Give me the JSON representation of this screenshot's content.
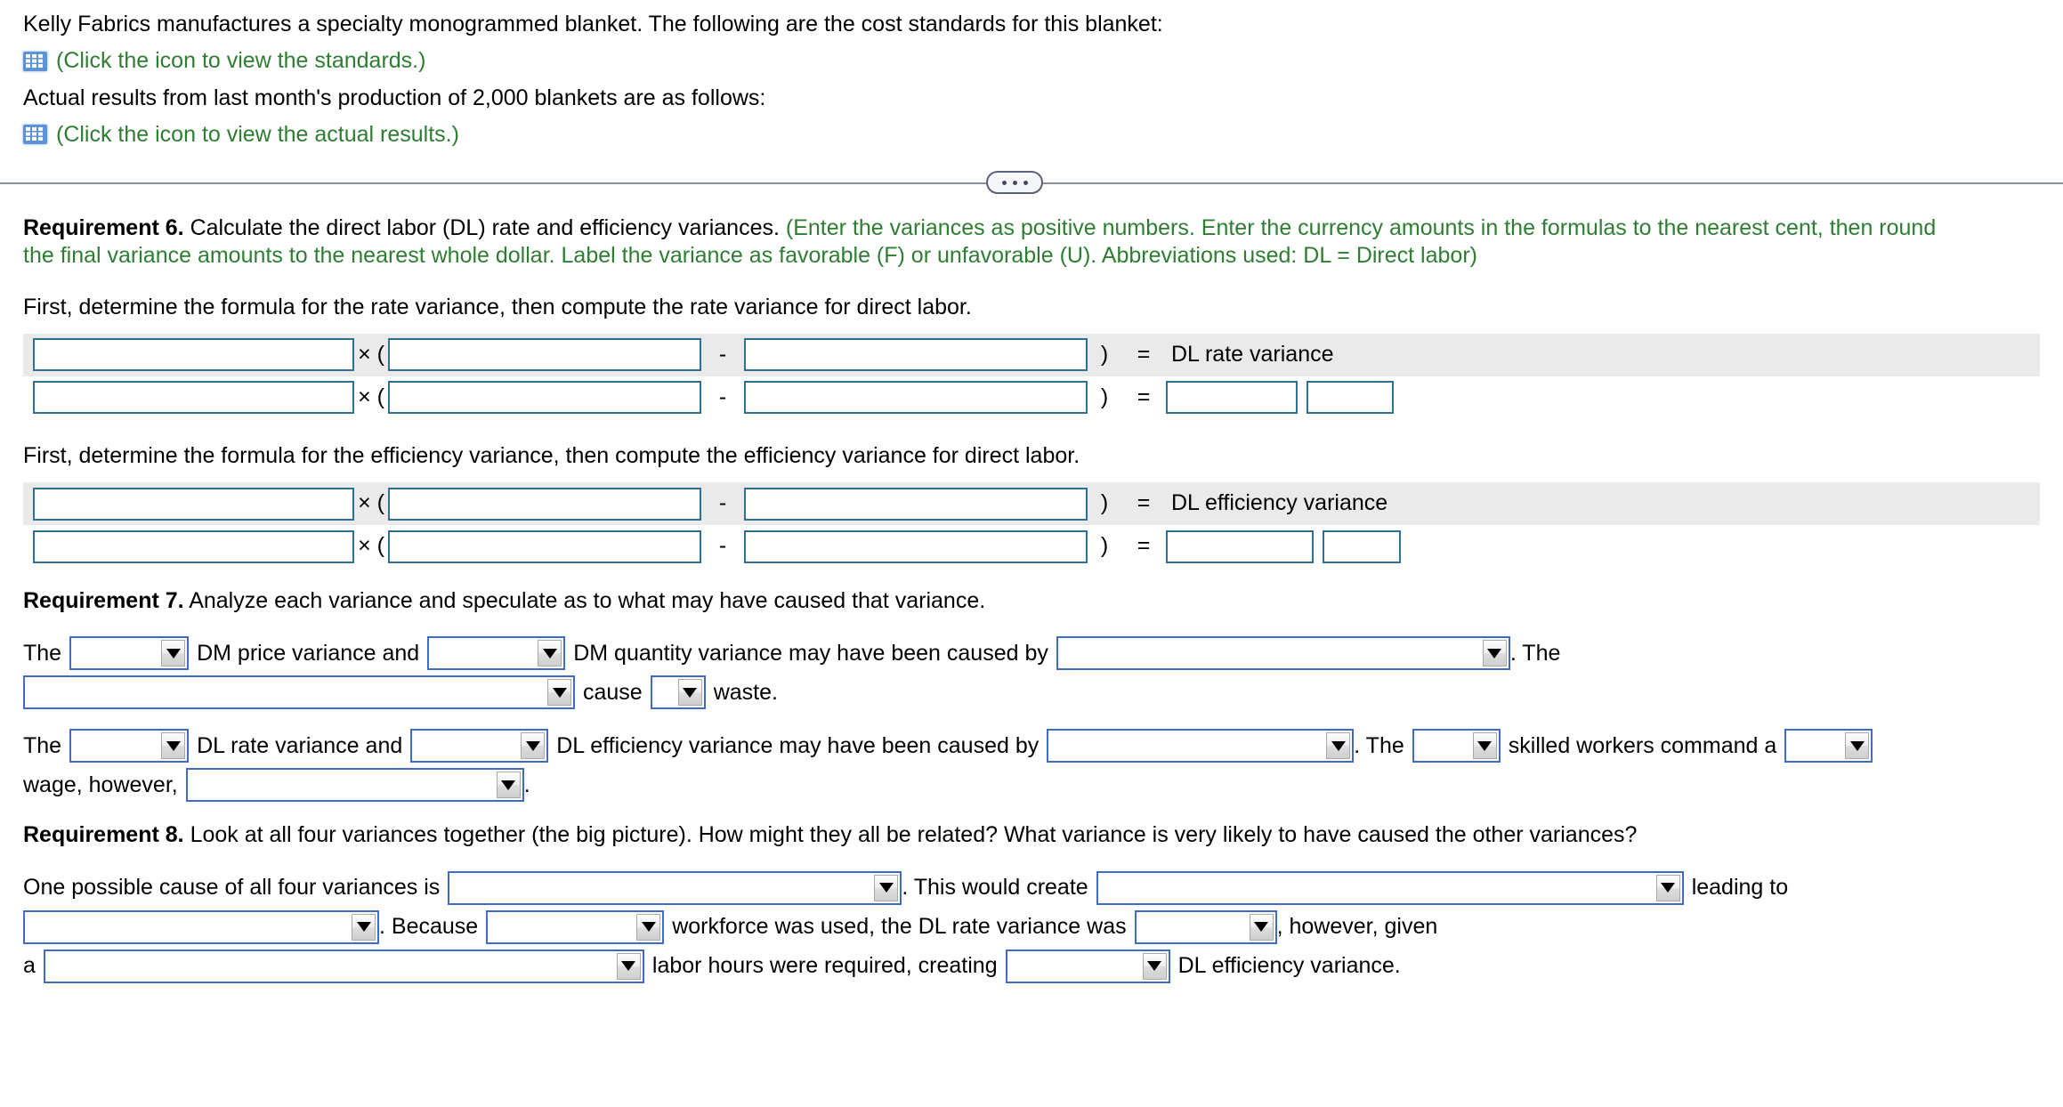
{
  "intro": {
    "line1": "Kelly Fabrics manufactures a specialty monogrammed blanket. The following are the cost standards for this blanket:",
    "standards_link": "(Click the icon to view the standards.)",
    "line2": "Actual results from last month's production of 2,000 blankets are as follows:",
    "actual_link": "(Click the icon to view the actual results.)",
    "icon_name": "table-icon"
  },
  "colors": {
    "green_text": "#2e7d32",
    "input_border": "#2d6f96",
    "select_border": "#4169c8",
    "shaded_row": "#eaeaea",
    "divider": "#8a90a0",
    "icon_blue": "#5b93d6"
  },
  "divider": {
    "dots": "..."
  },
  "requirement6": {
    "label": "Requirement 6.",
    "prompt": "Calculate the direct labor (DL) rate and efficiency variances.",
    "instructions_line1": "(Enter the variances as positive numbers. Enter the currency amounts in the formulas to the nearest cent, then round",
    "instructions_line2": "the final variance amounts to the nearest whole dollar. Label the variance as favorable (F) or unfavorable (U). Abbreviations used: DL = Direct labor)",
    "rate": {
      "lead": "First, determine the formula for the rate variance, then compute the rate variance for direct labor.",
      "result_label": "DL rate variance",
      "operators": {
        "multiply": "× (",
        "minus": "-",
        "close": ")",
        "equals": "="
      },
      "formula_row": {
        "factor": "",
        "term1": "",
        "term2": ""
      },
      "compute_row": {
        "factor": "",
        "term1": "",
        "term2": "",
        "amount": "",
        "fu": ""
      }
    },
    "efficiency": {
      "lead": "First, determine the formula for the efficiency variance, then compute the efficiency variance for direct labor.",
      "result_label": "DL efficiency variance",
      "operators": {
        "multiply": "× (",
        "minus": "-",
        "close": ")",
        "equals": "="
      },
      "formula_row": {
        "factor": "",
        "term1": "",
        "term2": ""
      },
      "compute_row": {
        "factor": "",
        "term1": "",
        "term2": "",
        "amount": "",
        "fu": ""
      }
    }
  },
  "requirement7": {
    "label": "Requirement 7.",
    "prompt": "Analyze each variance and speculate as to what may have caused that variance.",
    "dm_sentence": {
      "t1": "The",
      "sel1": "",
      "t2": "DM price variance and",
      "sel2": "",
      "t3": "DM quantity variance may have been caused by",
      "sel3": "",
      "t4": ". The",
      "sel4": "",
      "t5": "cause",
      "sel5": "",
      "t6": "waste."
    },
    "dl_sentence": {
      "t1": "The",
      "sel1": "",
      "t2": "DL rate variance and",
      "sel2": "",
      "t3": "DL efficiency variance may have been caused by",
      "sel3": "",
      "t4": ". The",
      "sel4": "",
      "t5": "skilled workers command a",
      "sel5": "",
      "t6": "wage, however,",
      "sel6": "",
      "t7": "."
    }
  },
  "requirement8": {
    "label": "Requirement 8.",
    "prompt": "Look at all four variances together (the big picture). How might they all be related? What variance is very likely to have caused the other variances?",
    "sentence": {
      "t1": "One possible cause of all four variances is",
      "sel1": "",
      "t2": ". This would create",
      "sel2": "",
      "t3": "leading to",
      "sel3": "",
      "t4": ". Because",
      "sel4": "",
      "t5": "workforce was used, the DL rate variance was",
      "sel5": "",
      "t6": ", however, given",
      "t7": "a",
      "sel6": "",
      "t8": "labor hours were required, creating",
      "sel7": "",
      "t9": "DL efficiency variance."
    }
  }
}
